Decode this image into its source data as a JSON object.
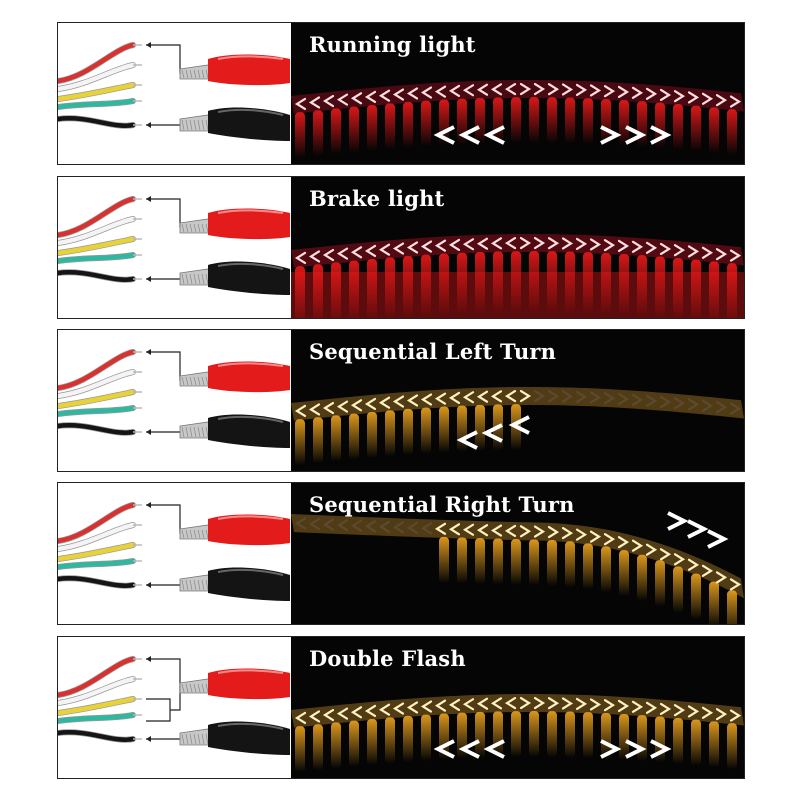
{
  "panels": [
    {
      "id": "running",
      "title": "Running light",
      "glow_color": "#ff1a1a",
      "strip_color": "#c8102e",
      "arrows": "both",
      "lit": "full"
    },
    {
      "id": "brake",
      "title": "Brake light",
      "glow_color": "#ff1a1a",
      "strip_color": "#e0102a",
      "arrows": "none",
      "lit": "full"
    },
    {
      "id": "left",
      "title": "Sequential Left Turn",
      "glow_color": "#ffb020",
      "strip_color": "#e0a030",
      "arrows": "left",
      "lit": "left"
    },
    {
      "id": "right",
      "title": "Sequential Right Turn",
      "glow_color": "#ffb020",
      "strip_color": "#e0a030",
      "arrows": "right",
      "lit": "right"
    },
    {
      "id": "double",
      "title": "Double Flash",
      "glow_color": "#ffb020",
      "strip_color": "#e0a030",
      "arrows": "both",
      "lit": "full"
    }
  ],
  "wire_colors": {
    "red": "#d93030",
    "white": "#f4f4f4",
    "yellow": "#e8d23a",
    "green": "#2fb8a0",
    "black": "#151515"
  }
}
